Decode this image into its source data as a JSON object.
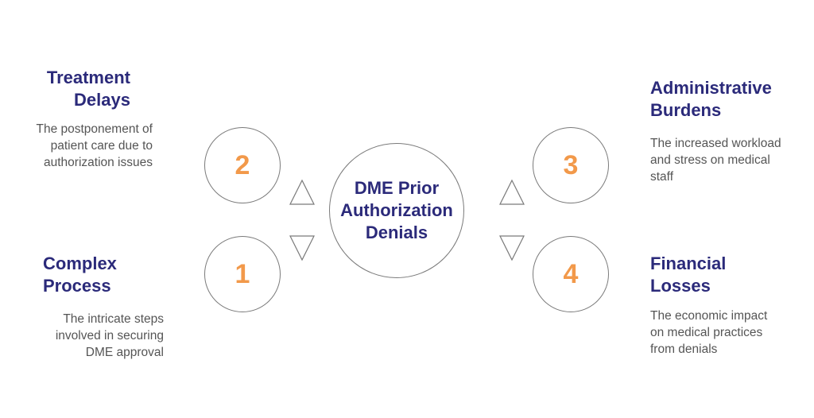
{
  "center": {
    "title": "DME Prior Authorization Denials"
  },
  "items": [
    {
      "number": "2",
      "title": "Treatment Delays",
      "description": "The postponement of patient care due to authorization issues"
    },
    {
      "number": "1",
      "title": "Complex Process",
      "description": "The intricate steps involved in securing DME approval"
    },
    {
      "number": "3",
      "title": "Administrative Burdens",
      "description": "The increased workload and stress on medical staff"
    },
    {
      "number": "4",
      "title": "Financial Losses",
      "description": "The economic impact on medical practices from denials"
    }
  ],
  "colors": {
    "accent": "#f2994a",
    "heading": "#2b2a7a",
    "text": "#555555",
    "outline": "#7a7a7a"
  }
}
